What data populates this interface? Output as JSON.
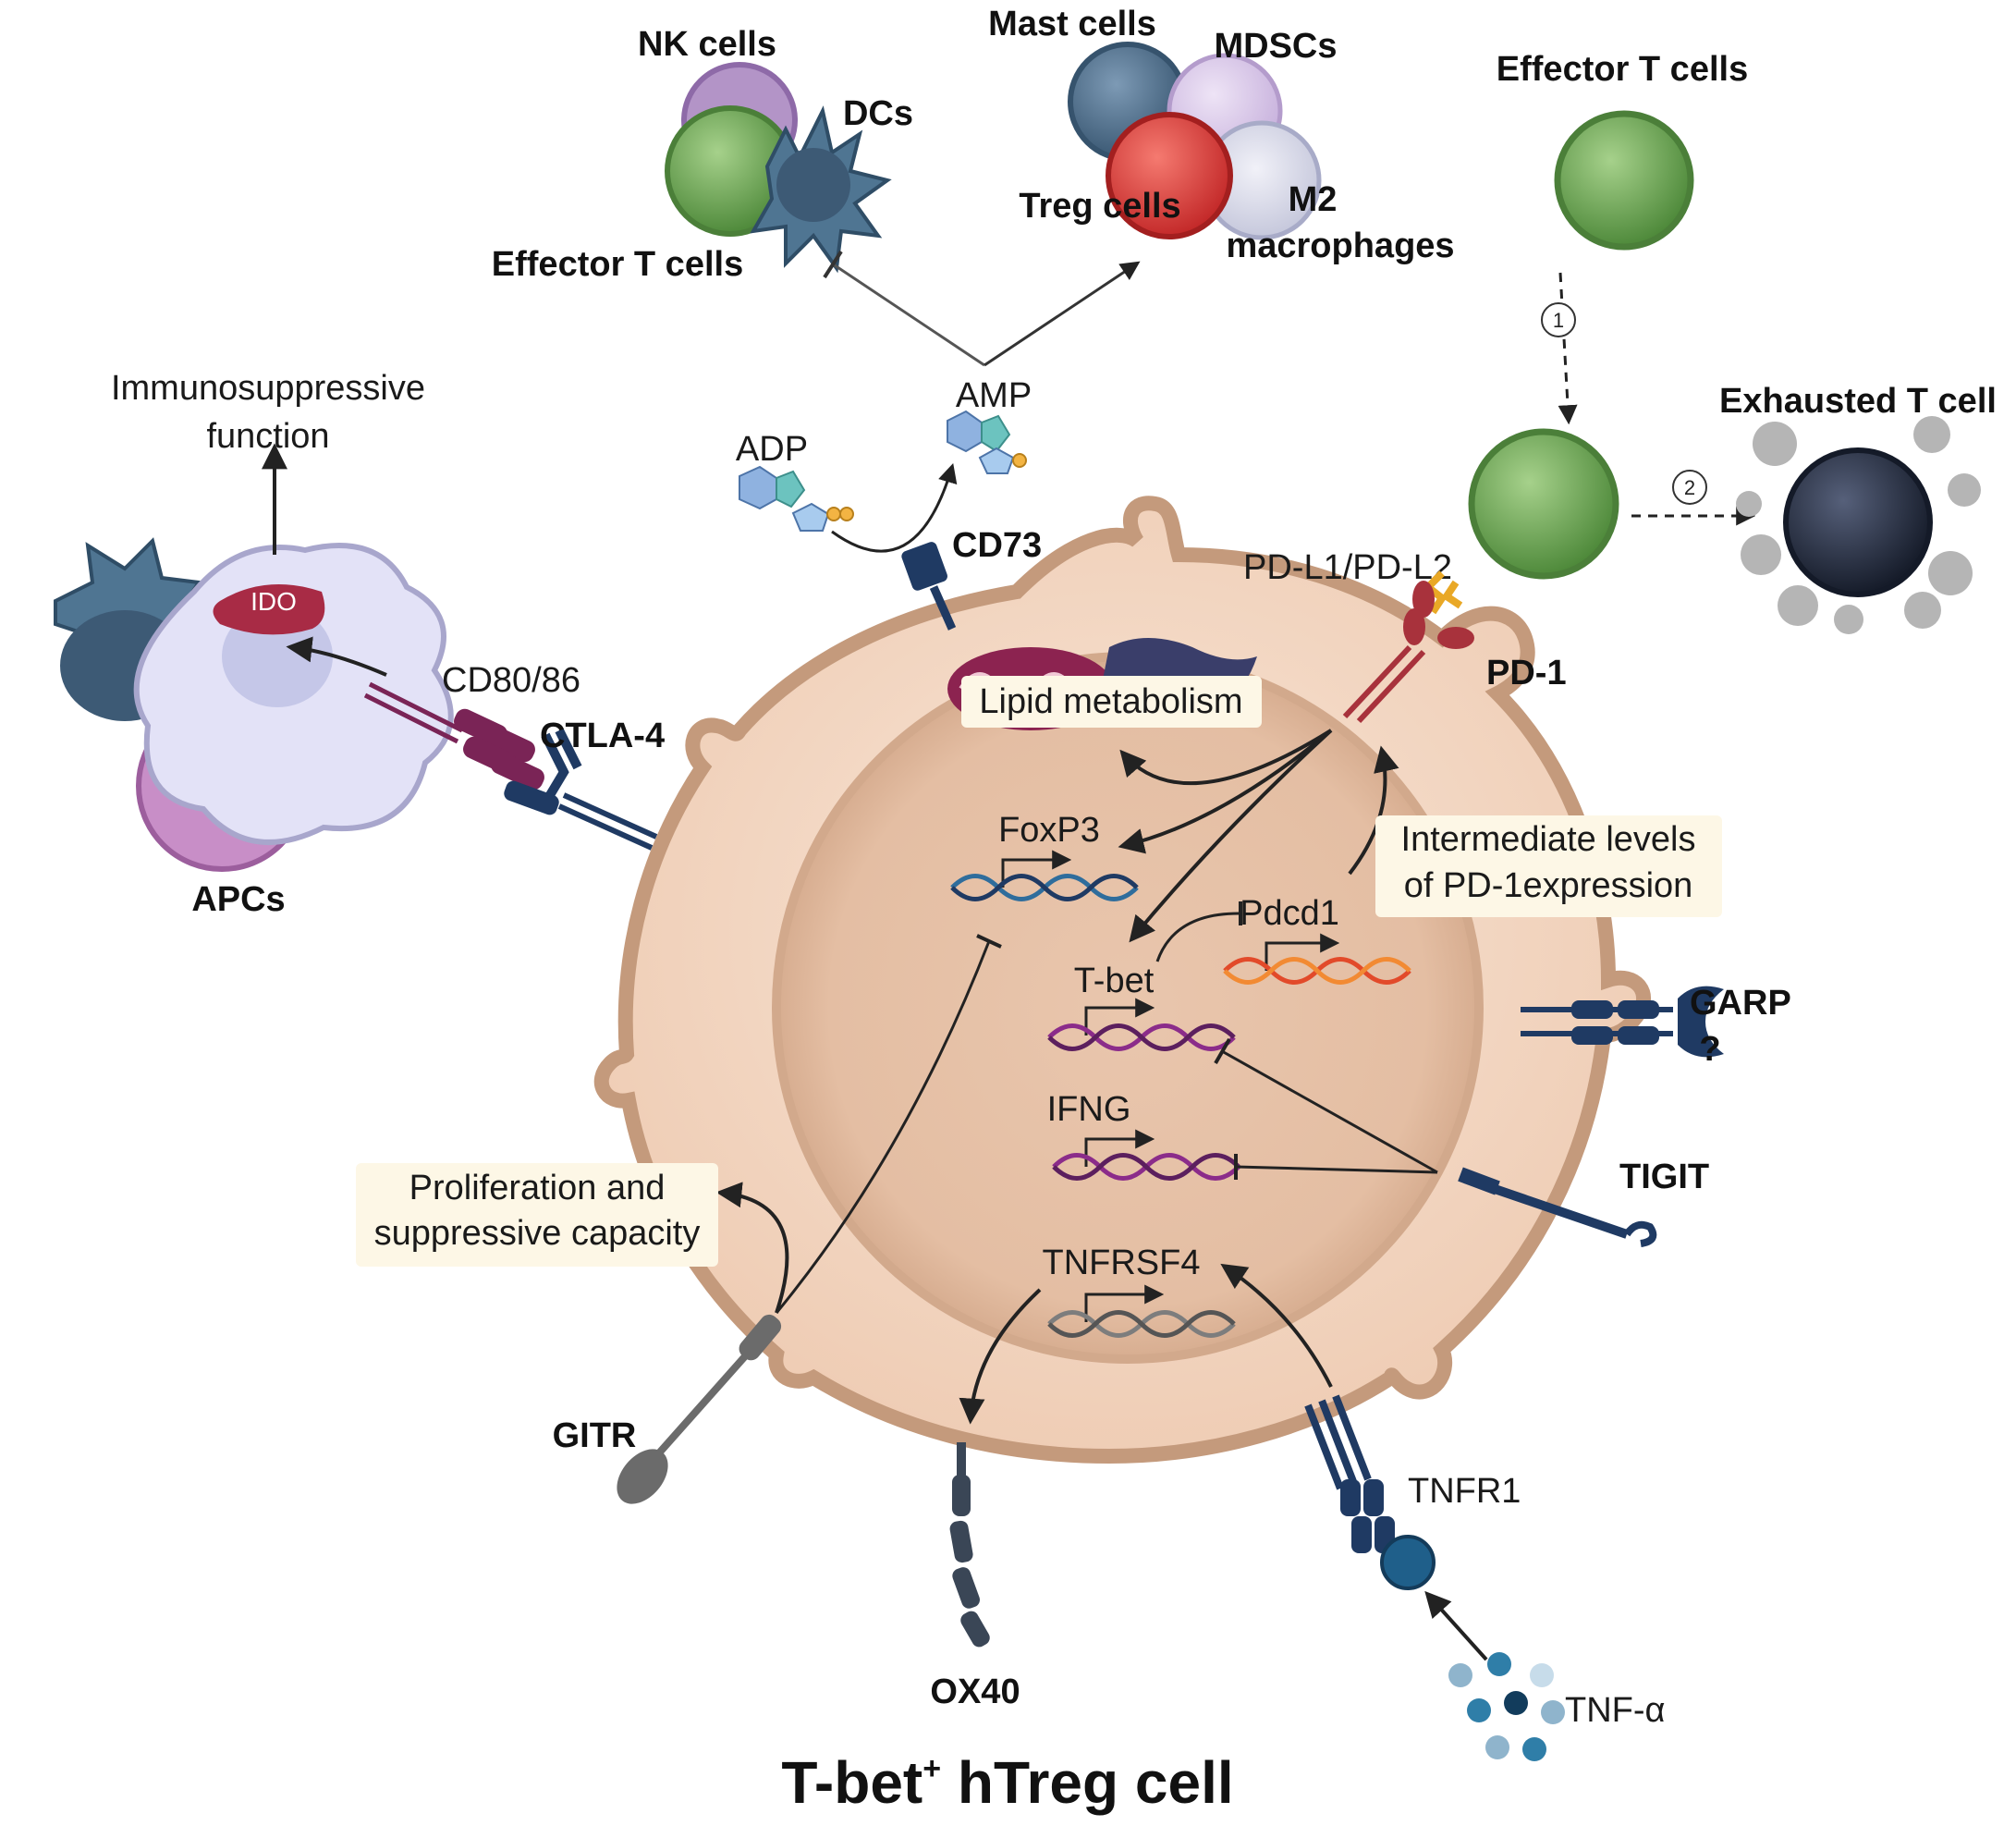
{
  "title": "T-bet",
  "title_sup": "+",
  "title_rest": " hTreg cell",
  "top_cells": {
    "nk": "NK cells",
    "dcs": "DCs",
    "effector_left": "Effector T cells",
    "mast": "Mast cells",
    "mdscs": "MDSCs",
    "treg": "Treg cells",
    "m2_line1": "M2",
    "m2_line2": "macrophages",
    "effector_right": "Effector T cells",
    "exhausted": "Exhausted T cell"
  },
  "steps": {
    "one": "1",
    "two": "2"
  },
  "molecules": {
    "amp": "AMP",
    "adp": "ADP",
    "cd73": "CD73",
    "pdl": "PD-L1/PD-L2",
    "pd1": "PD-1",
    "cd80": "CD80/86",
    "ctla4": "CTLA-4",
    "ido": "IDO",
    "garp": "GARP",
    "garp_q": "?",
    "tigit": "TIGIT",
    "gitr": "GITR",
    "ox40": "OX40",
    "tnfr1": "TNFR1",
    "tnfa": "TNF-α"
  },
  "genes": {
    "foxp3": "FoxP3",
    "pdcd1": "Pdcd1",
    "tbet": "T-bet",
    "ifng": "IFNG",
    "tnfrsf4": "TNFRSF4"
  },
  "boxes": {
    "lipid": "Lipid metabolism",
    "intermediate_1": "Intermediate levels",
    "intermediate_2": "of PD-1expression",
    "prolif_1": "Proliferation and",
    "prolif_2": "suppressive capacity"
  },
  "apc": {
    "immuno_1": "Immunosuppressive",
    "immuno_2": "function",
    "apcs": "APCs"
  },
  "colors": {
    "cell_fill": "#f3d6c2",
    "cell_edge": "#c9a184",
    "nucleus": "#e8c5ae",
    "effector": "#7fb267",
    "treg": "#e04a4a",
    "mast": "#5e7e9c",
    "mdsc": "#d8c4e8",
    "nk": "#a37cb8",
    "dc": "#4f7592",
    "exhausted": "#2c3548",
    "receptor": "#1f3a63",
    "pd1": "#a8323c",
    "ctla": "#7a2456",
    "ido": "#a82b45",
    "dna_dark": "#5c1f5e",
    "dna_red": "#e24a2a",
    "dna_grey": "#7d7d7d"
  }
}
